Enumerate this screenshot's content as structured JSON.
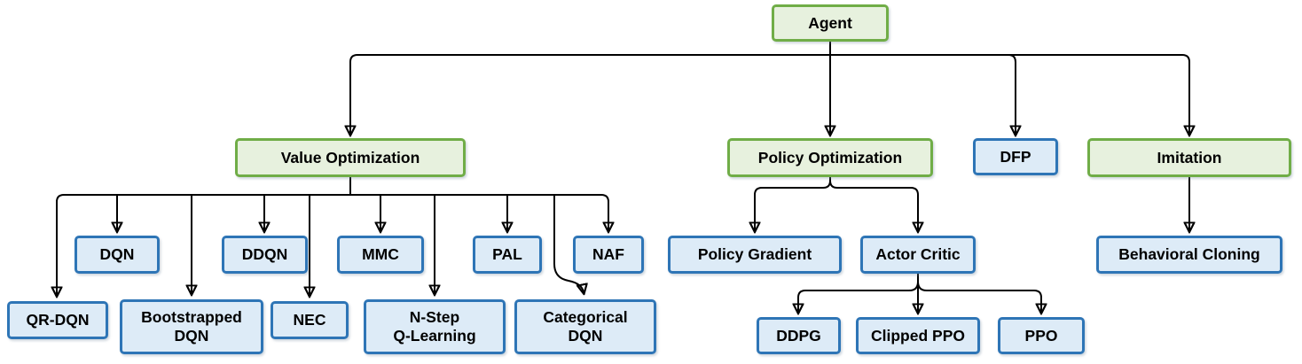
{
  "diagram_type": "hierarchy-flowchart",
  "theme": {
    "green_border": "#70AD47",
    "green_fill": "#E7F1DE",
    "blue_border": "#2E75B6",
    "blue_fill": "#DDEBF7",
    "line": "#000000",
    "text": "#000000",
    "bg": "#FFFFFF"
  },
  "nodes": {
    "agent": {
      "label": "Agent",
      "variant": "green"
    },
    "value_optimization": {
      "label": "Value Optimization",
      "variant": "green"
    },
    "policy_optimization": {
      "label": "Policy Optimization",
      "variant": "green"
    },
    "dfp": {
      "label": "DFP",
      "variant": "blue"
    },
    "imitation": {
      "label": "Imitation",
      "variant": "green"
    },
    "dqn": {
      "label": "DQN",
      "variant": "blue"
    },
    "ddqn": {
      "label": "DDQN",
      "variant": "blue"
    },
    "mmc": {
      "label": "MMC",
      "variant": "blue"
    },
    "pal": {
      "label": "PAL",
      "variant": "blue"
    },
    "naf": {
      "label": "NAF",
      "variant": "blue"
    },
    "qr_dqn": {
      "label": "QR-DQN",
      "variant": "blue"
    },
    "bootstrapped_dqn": {
      "label": "Bootstrapped\nDQN",
      "variant": "blue"
    },
    "nec": {
      "label": "NEC",
      "variant": "blue"
    },
    "n_step_q_learning": {
      "label": "N-Step\nQ-Learning",
      "variant": "blue"
    },
    "categorical_dqn": {
      "label": "Categorical\nDQN",
      "variant": "blue"
    },
    "policy_gradient": {
      "label": "Policy Gradient",
      "variant": "blue"
    },
    "actor_critic": {
      "label": "Actor Critic",
      "variant": "blue"
    },
    "ddpg": {
      "label": "DDPG",
      "variant": "blue"
    },
    "clipped_ppo": {
      "label": "Clipped PPO",
      "variant": "blue"
    },
    "ppo": {
      "label": "PPO",
      "variant": "blue"
    },
    "behavioral_cloning": {
      "label": "Behavioral Cloning",
      "variant": "blue"
    }
  },
  "edges": [
    {
      "from": "agent",
      "to": "value_optimization"
    },
    {
      "from": "agent",
      "to": "policy_optimization"
    },
    {
      "from": "agent",
      "to": "dfp"
    },
    {
      "from": "agent",
      "to": "imitation"
    },
    {
      "from": "value_optimization",
      "to": "dqn"
    },
    {
      "from": "value_optimization",
      "to": "ddqn"
    },
    {
      "from": "value_optimization",
      "to": "mmc"
    },
    {
      "from": "value_optimization",
      "to": "pal"
    },
    {
      "from": "value_optimization",
      "to": "naf"
    },
    {
      "from": "value_optimization",
      "to": "qr_dqn"
    },
    {
      "from": "value_optimization",
      "to": "bootstrapped_dqn"
    },
    {
      "from": "value_optimization",
      "to": "nec"
    },
    {
      "from": "value_optimization",
      "to": "n_step_q_learning"
    },
    {
      "from": "value_optimization",
      "to": "categorical_dqn"
    },
    {
      "from": "policy_optimization",
      "to": "policy_gradient"
    },
    {
      "from": "policy_optimization",
      "to": "actor_critic"
    },
    {
      "from": "actor_critic",
      "to": "ddpg"
    },
    {
      "from": "actor_critic",
      "to": "clipped_ppo"
    },
    {
      "from": "actor_critic",
      "to": "ppo"
    },
    {
      "from": "imitation",
      "to": "behavioral_cloning"
    }
  ]
}
